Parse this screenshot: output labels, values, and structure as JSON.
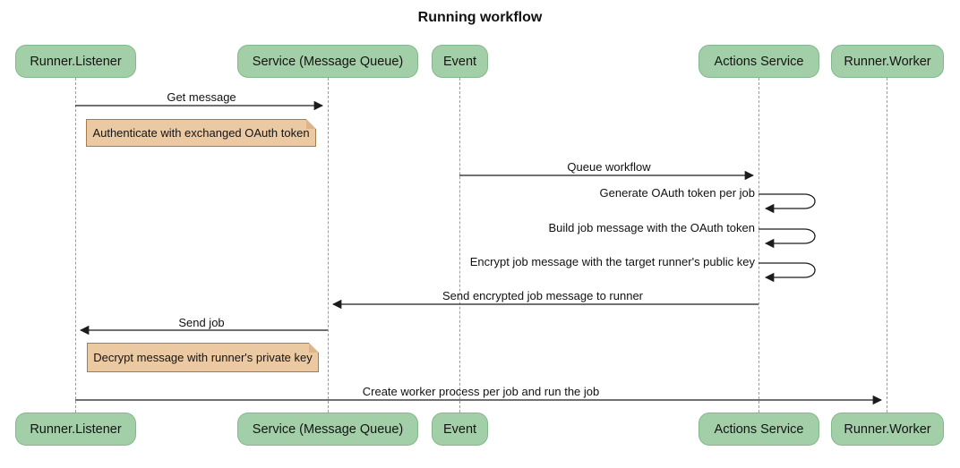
{
  "title": "Running workflow",
  "diagram_type": "sequence-diagram",
  "actors": [
    {
      "label": "Runner.Listener"
    },
    {
      "label": "Service (Message Queue)"
    },
    {
      "label": "Event"
    },
    {
      "label": "Actions Service"
    },
    {
      "label": "Runner.Worker"
    }
  ],
  "messages": [
    {
      "from": "Runner.Listener",
      "to": "Service (Message Queue)",
      "label": "Get message",
      "type": "solid-arrow"
    },
    {
      "from": "Event",
      "to": "Actions Service",
      "label": "Queue workflow",
      "type": "solid-arrow"
    },
    {
      "from": "Actions Service",
      "to": "Actions Service",
      "label": "Generate OAuth token per job",
      "type": "self-loop"
    },
    {
      "from": "Actions Service",
      "to": "Actions Service",
      "label": "Build job message with the OAuth token",
      "type": "self-loop"
    },
    {
      "from": "Actions Service",
      "to": "Actions Service",
      "label": "Encrypt job message with the target runner's public key",
      "type": "self-loop"
    },
    {
      "from": "Actions Service",
      "to": "Service (Message Queue)",
      "label": "Send encrypted job message to runner",
      "type": "solid-arrow"
    },
    {
      "from": "Service (Message Queue)",
      "to": "Runner.Listener",
      "label": "Send job",
      "type": "solid-arrow"
    },
    {
      "from": "Runner.Listener",
      "to": "Runner.Worker",
      "label": "Create worker process per job and run the job",
      "type": "solid-arrow"
    }
  ],
  "notes": [
    {
      "over": "Runner.Listener / Service (Message Queue)",
      "label": "Authenticate with exchanged OAuth token"
    },
    {
      "over": "Runner.Listener / Service (Message Queue)",
      "label": "Decrypt message with runner's private key"
    }
  ],
  "colors": {
    "actor_fill": "#A3CFA8",
    "actor_border": "#81B98C",
    "note_fill": "#EBC9A2",
    "note_border": "#A67C4B",
    "note_fold": "#DDB588",
    "lifeline": "#9B9B9B",
    "line": "#1C1C1C",
    "text": "#111111",
    "background": "#FFFFFF"
  }
}
